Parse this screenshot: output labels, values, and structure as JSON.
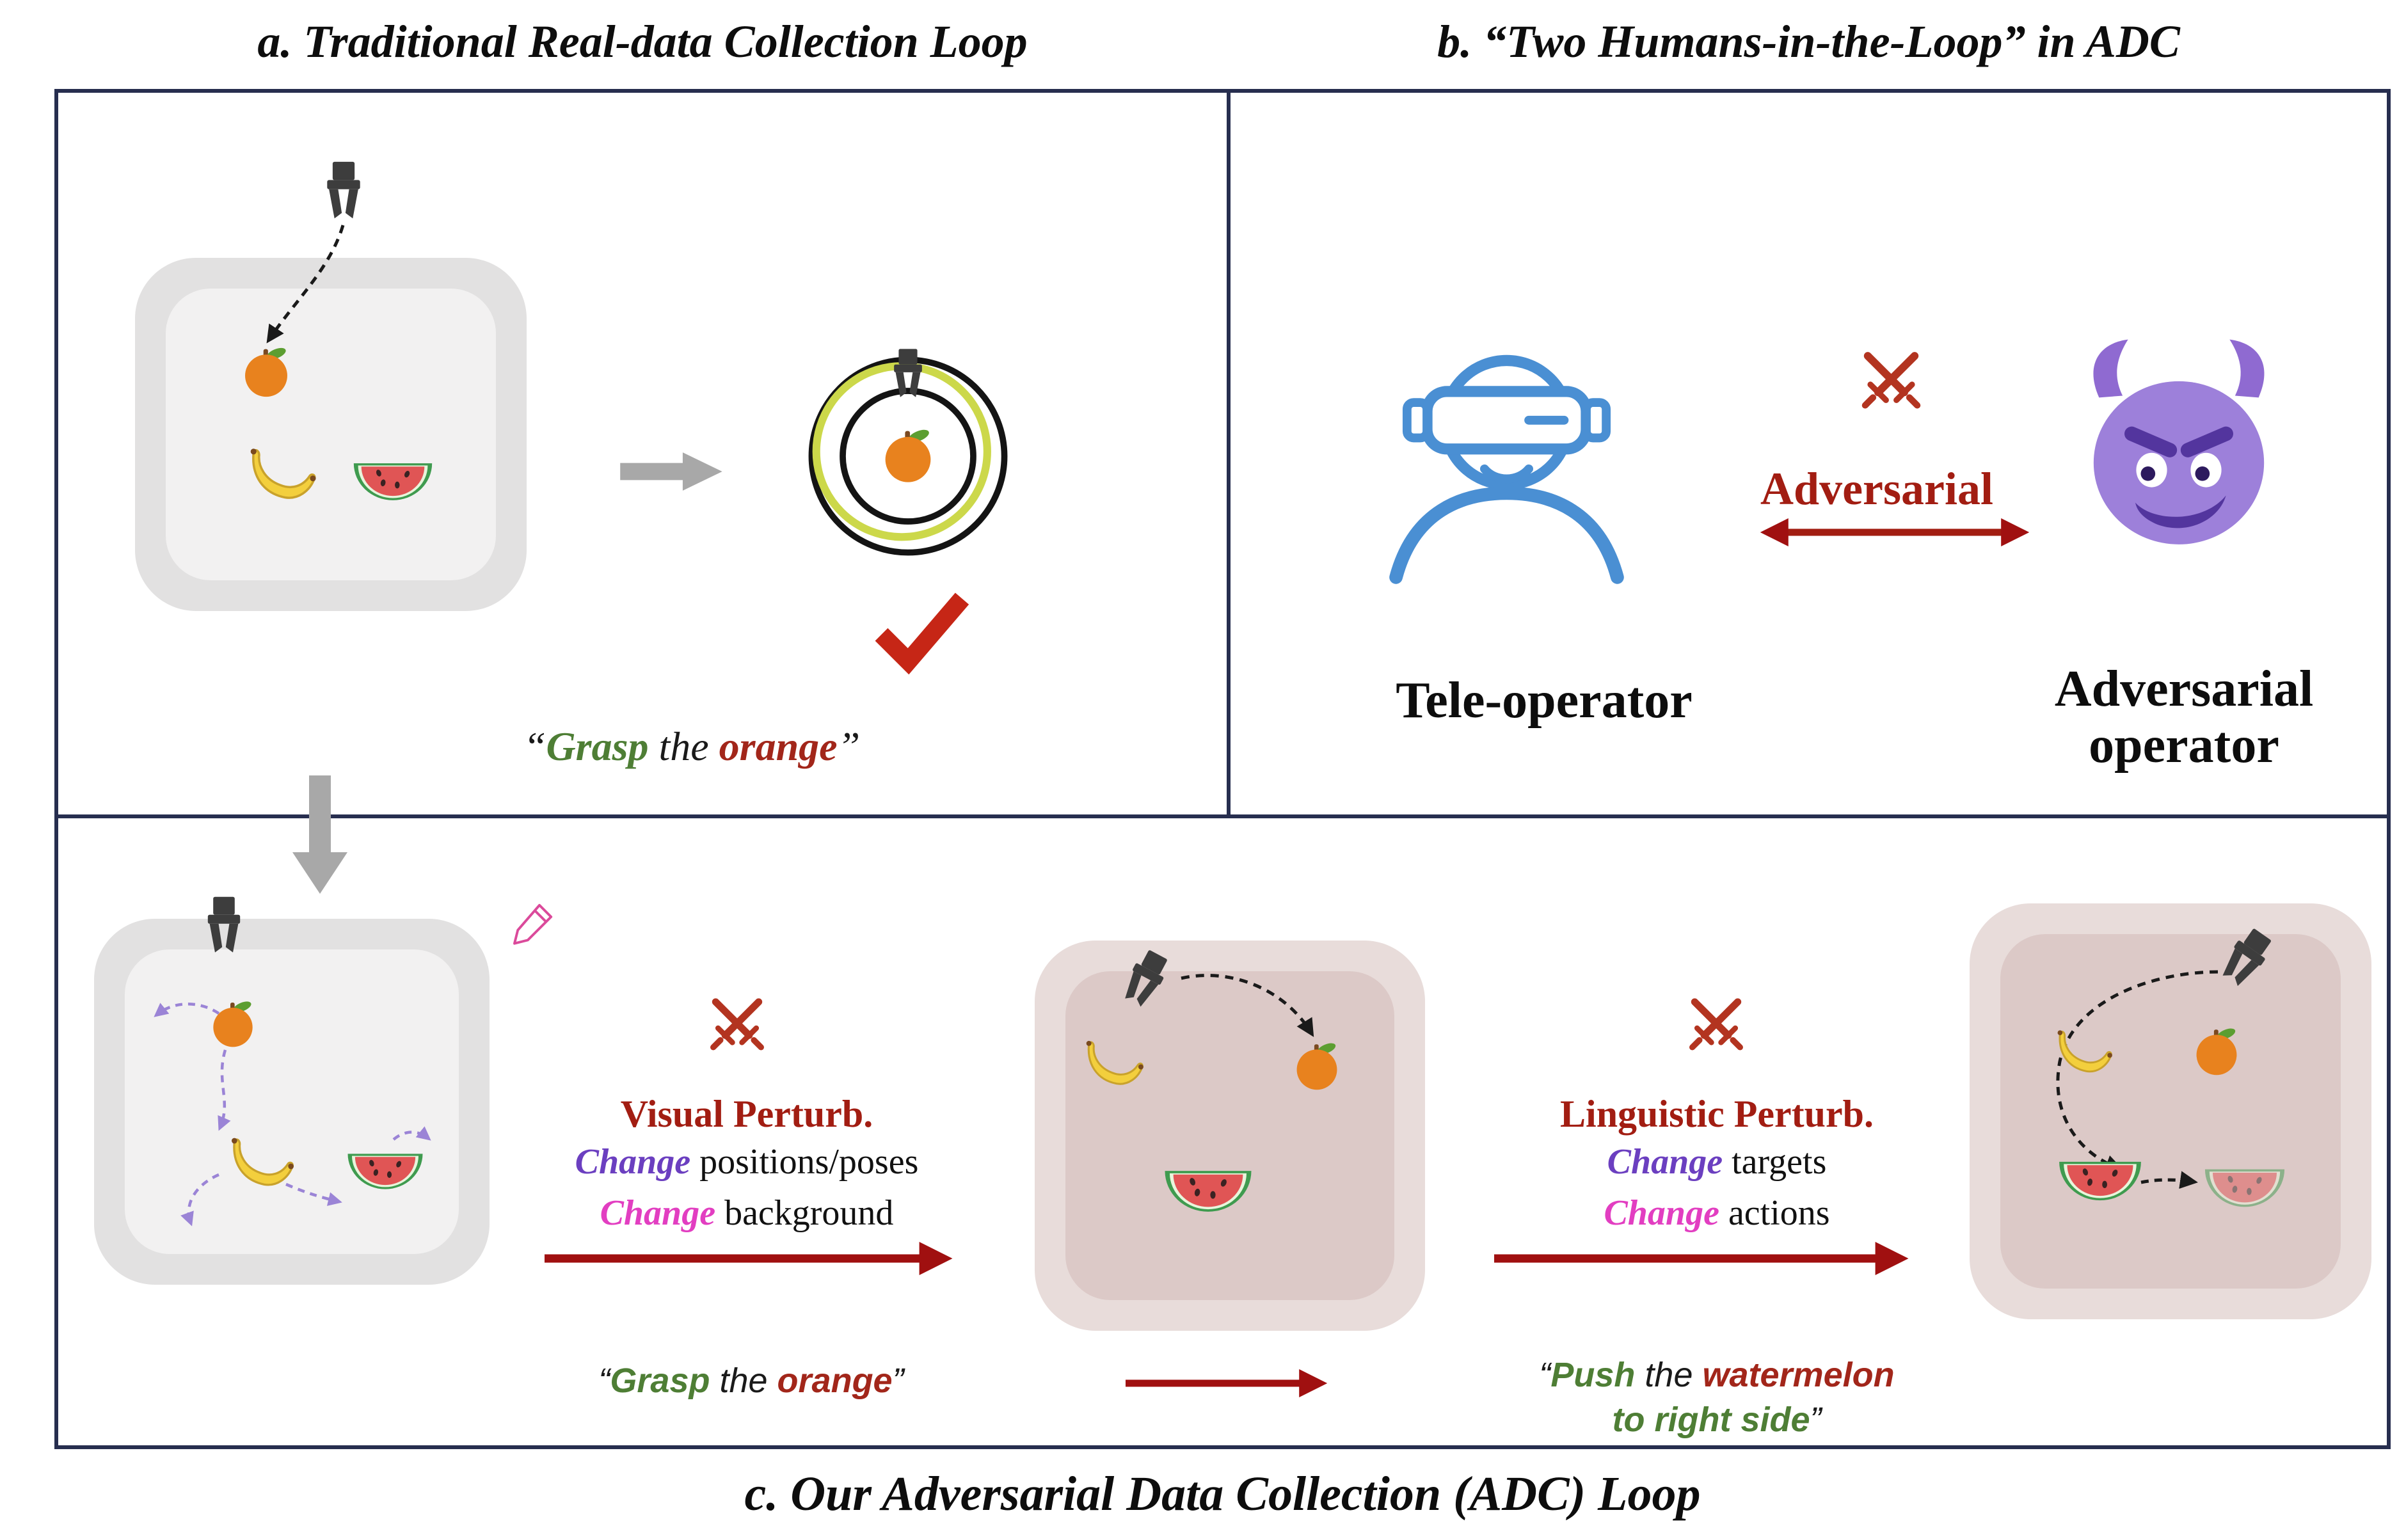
{
  "panel_a": {
    "title": "a. Traditional Real-data Collection Loop",
    "caption": {
      "open": "“",
      "word1": "Grasp",
      "mid": " the ",
      "word2": "orange",
      "close": "”"
    }
  },
  "panel_b": {
    "title": "b. “Two Humans-in-the-Loop” in ADC",
    "swords_label": "Adversarial",
    "left_label": "Tele-operator",
    "right_label_line1": "Adversarial",
    "right_label_line2": "operator"
  },
  "panel_c": {
    "title": "c. Our Adversarial Data Collection (ADC) Loop",
    "visual": {
      "heading": "Visual Perturb.",
      "change1": "Change",
      "rest1": " positions/poses",
      "change2": "Change",
      "rest2": " background"
    },
    "linguistic": {
      "heading": "Linguistic Perturb.",
      "change1": "Change",
      "rest1": " targets",
      "change2": "Change",
      "rest2": " actions"
    },
    "caption_grasp": {
      "open": "“",
      "word1": "Grasp",
      "mid": " the ",
      "word2": "orange",
      "close": "”"
    },
    "caption_push": {
      "open": "“",
      "word1": "Push",
      "mid": " the ",
      "word2": "watermelon",
      "line2": "to right side",
      "close": "”"
    }
  },
  "icons": {
    "gripper": "robot-gripper",
    "orange": "orange-fruit",
    "banana": "banana-fruit",
    "watermelon": "watermelon-slice",
    "target": "grasp-success-target",
    "check": "success-checkmark",
    "swords": "crossed-swords-adversarial",
    "vr_person": "tele-operator-vr-person",
    "devil": "adversarial-operator-devil",
    "pencil": "edit-pencil"
  },
  "colors": {
    "panel_border": "#272e4f",
    "dark_red": "#a21d12",
    "arrow_red": "#a01010",
    "green": "#4e7e35",
    "purple": "#6b3fc0",
    "magenta": "#e23ec1",
    "blue": "#4a8fd3",
    "devil_purple": "#9d80da",
    "gray_arrow": "#a8a8a8"
  }
}
